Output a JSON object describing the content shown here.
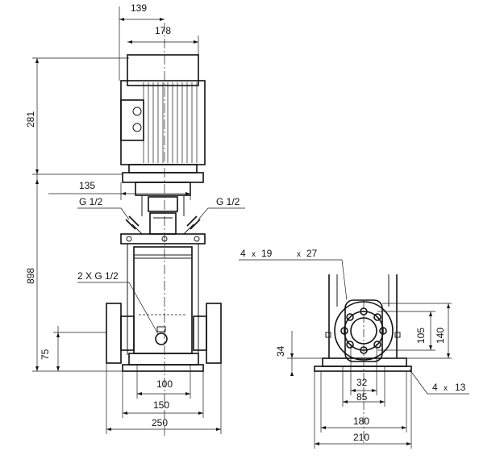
{
  "dimensions": {
    "top_width_139": "139",
    "motor_width_178": "178",
    "motor_height_281": "281",
    "flange_width_135": "135",
    "pump_height_898": "898",
    "inlet_height_75": "75",
    "port_spacing_100": "100",
    "base_inner_150": "150",
    "base_outer_250": "250",
    "side_height_34": "34",
    "bolt_circle_105": "105",
    "flange_140": "140",
    "bore_32": "32",
    "center_85": "85",
    "base_180": "180",
    "base_210": "210"
  },
  "callouts": {
    "g_half_left": "G 1/2",
    "g_half_right": "G 1/2",
    "drain_ports": "2 X G 1/2",
    "holes_4_count": "4",
    "holes_4_size": "19",
    "holes_slot": "27",
    "feet_count": "4",
    "feet_size": "13",
    "times_symbol": "x"
  }
}
